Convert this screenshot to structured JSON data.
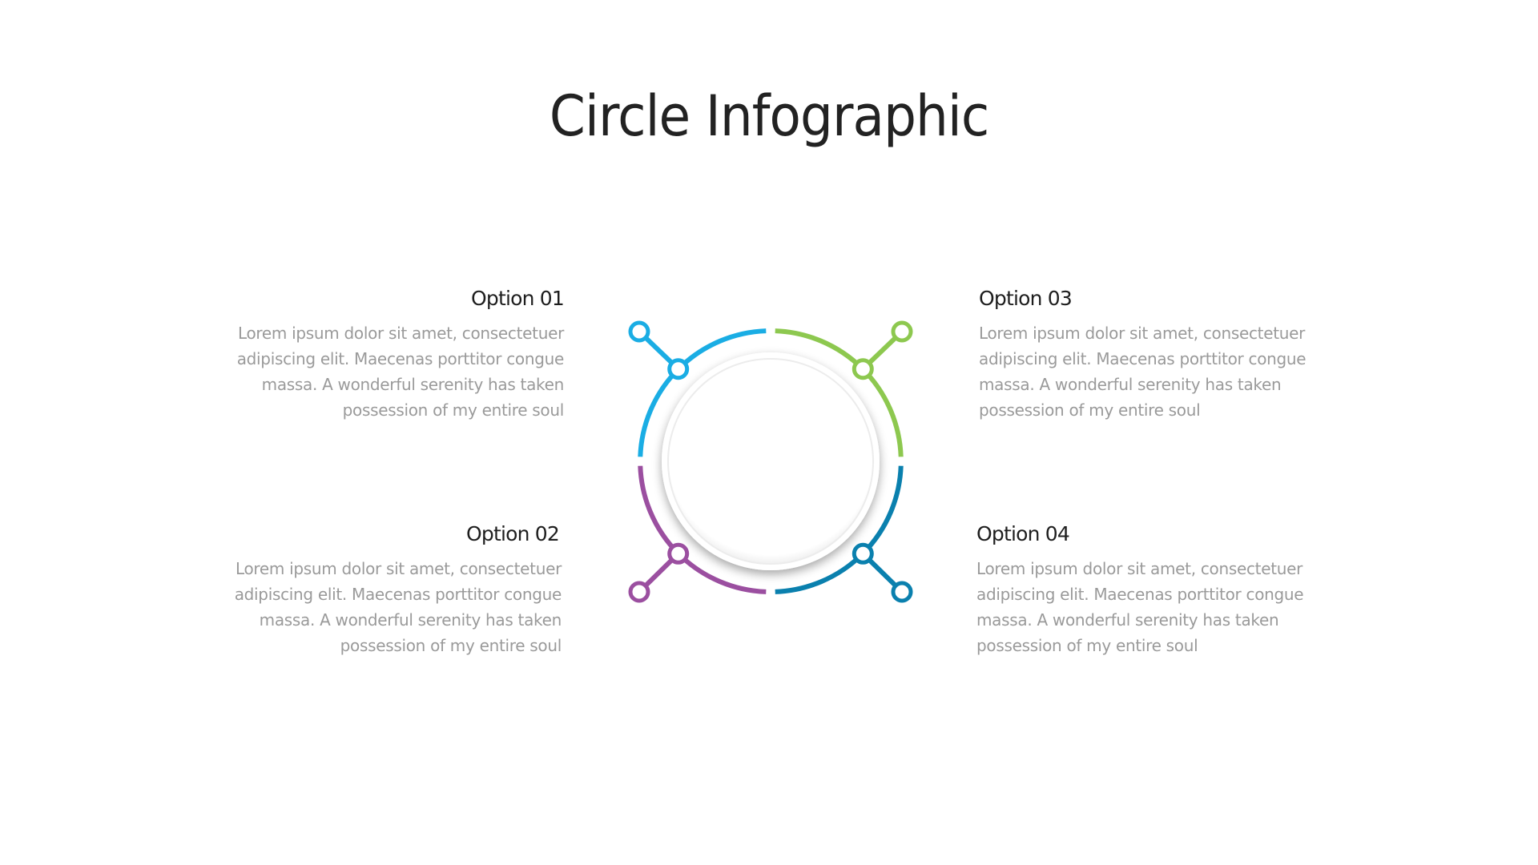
{
  "title": "Circle Infographic",
  "colors": {
    "option_01": "#1AADE4",
    "option_02": "#9B4FA0",
    "option_03": "#8DC84F",
    "option_04": "#0A80AE",
    "heading": "#1e1e1e",
    "body": "#9a9a9a"
  },
  "options": [
    {
      "heading": "Option 01",
      "lines": [
        "Lorem ipsum dolor sit amet, consectetuer",
        "adipiscing elit. Maecenas porttitor congue",
        "massa. A wonderful serenity has taken",
        "possession of my entire soul"
      ]
    },
    {
      "heading": "Option 02",
      "lines": [
        "Lorem ipsum dolor sit amet, consectetuer",
        "adipiscing elit. Maecenas porttitor congue",
        "massa. A wonderful serenity has taken",
        "possession of my entire soul"
      ]
    },
    {
      "heading": "Option 03",
      "lines": [
        "Lorem ipsum dolor sit amet, consectetuer",
        "adipiscing elit. Maecenas porttitor congue",
        "massa. A wonderful serenity has taken",
        "possession of my entire soul"
      ]
    },
    {
      "heading": "Option 04",
      "lines": [
        "Lorem ipsum dolor sit amet, consectetuer",
        "adipiscing elit. Maecenas porttitor congue",
        "massa. A wonderful serenity has taken",
        "possession of my entire soul"
      ]
    }
  ]
}
